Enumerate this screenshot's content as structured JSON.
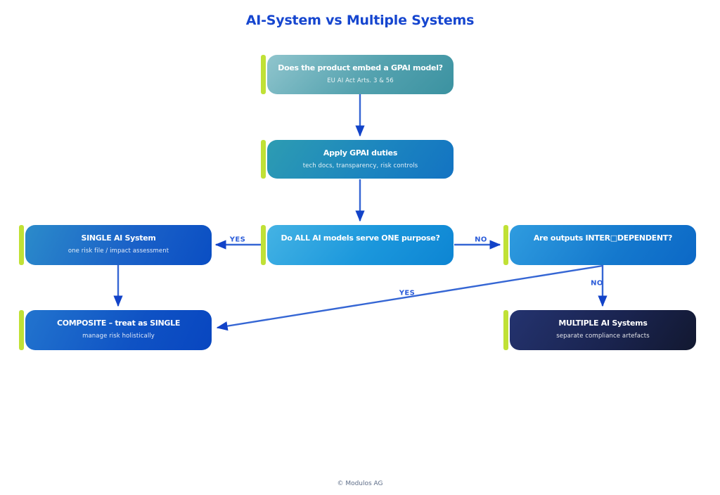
{
  "title": "AI-System vs Multiple Systems",
  "nodes": {
    "gpai_question": {
      "title": "Does the product embed a GPAI model?",
      "subtitle": "EU AI Act Arts. 3 & 56"
    },
    "gpai_duties": {
      "title": "Apply GPAI duties",
      "subtitle": "tech docs, transparency, risk controls"
    },
    "one_purpose": {
      "title": "Do ALL AI models serve ONE purpose?"
    },
    "single": {
      "title": "SINGLE AI System",
      "subtitle": "one risk file / impact assessment"
    },
    "interdependent": {
      "title": "Are outputs INTER□DEPENDENT?"
    },
    "composite": {
      "title": "COMPOSITE – treat as SINGLE",
      "subtitle": "manage risk holistically"
    },
    "multiple": {
      "title": "MULTIPLE AI Systems",
      "subtitle": "separate compliance artefacts"
    }
  },
  "edges": {
    "yes_left": "YES",
    "no_right": "NO",
    "no_down": "NO",
    "yes_diagonal": "YES"
  },
  "footer": "© Modulos AG",
  "colors": {
    "title_text": "#1646cf",
    "accent_bar": "#c0e136",
    "arrow_line": "#3566d4",
    "arrow_head": "#1243c8",
    "label_text": "#2b5cd9",
    "footer_text": "#5d6d88",
    "node_gpai_question": [
      "#90c5cd",
      "#3b92a1"
    ],
    "node_gpai_duties": [
      "#2d9cb2",
      "#1373c2"
    ],
    "node_one_purpose": [
      "#44b3e4",
      "#0d85d3"
    ],
    "node_single": [
      "#2b8bca",
      "#0a4ec3"
    ],
    "node_interdependent": [
      "#2f9cdf",
      "#0c68c6"
    ],
    "node_composite": [
      "#2274ce",
      "#0846c0"
    ],
    "node_multiple": [
      "#24336f",
      "#121830"
    ]
  }
}
